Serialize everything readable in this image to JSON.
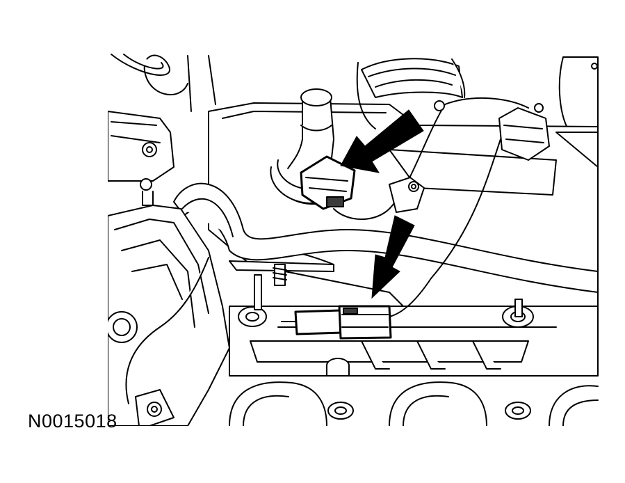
{
  "figure": {
    "id_label": "N0015018",
    "colors": {
      "line": "#000000",
      "background": "#ffffff",
      "connector_fill": "#3a3a3a"
    },
    "callouts": [
      {
        "name": "arrow-to-upper-connector",
        "icon": "arrow-icon"
      },
      {
        "name": "arrow-to-lower-connector",
        "icon": "arrow-icon"
      }
    ]
  }
}
